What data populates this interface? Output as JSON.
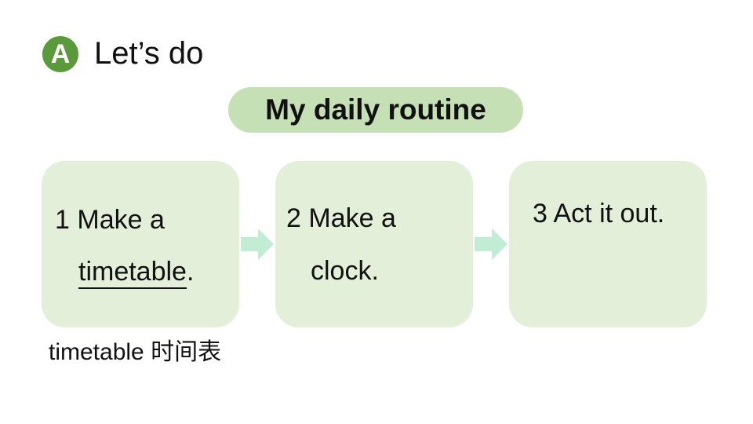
{
  "section": {
    "badge_letter": "A",
    "title": "Let’s do"
  },
  "routine_title": "My daily routine",
  "steps": [
    {
      "number": "1",
      "line1": "Make a",
      "keyword": "timetable",
      "keyword_suffix": "."
    },
    {
      "number": "2",
      "line1": "Make a",
      "line2": "clock."
    },
    {
      "number": "3",
      "line1": "Act it out."
    }
  ],
  "vocabulary": {
    "word": "timetable",
    "translation": "时间表"
  },
  "colors": {
    "badge": "#5a9a3a",
    "title_pill": "#c6e0b6",
    "card": "#e3efd9",
    "arrow": "#c2ecd4"
  },
  "icons": {
    "step_arrow": "right-arrow-icon"
  }
}
